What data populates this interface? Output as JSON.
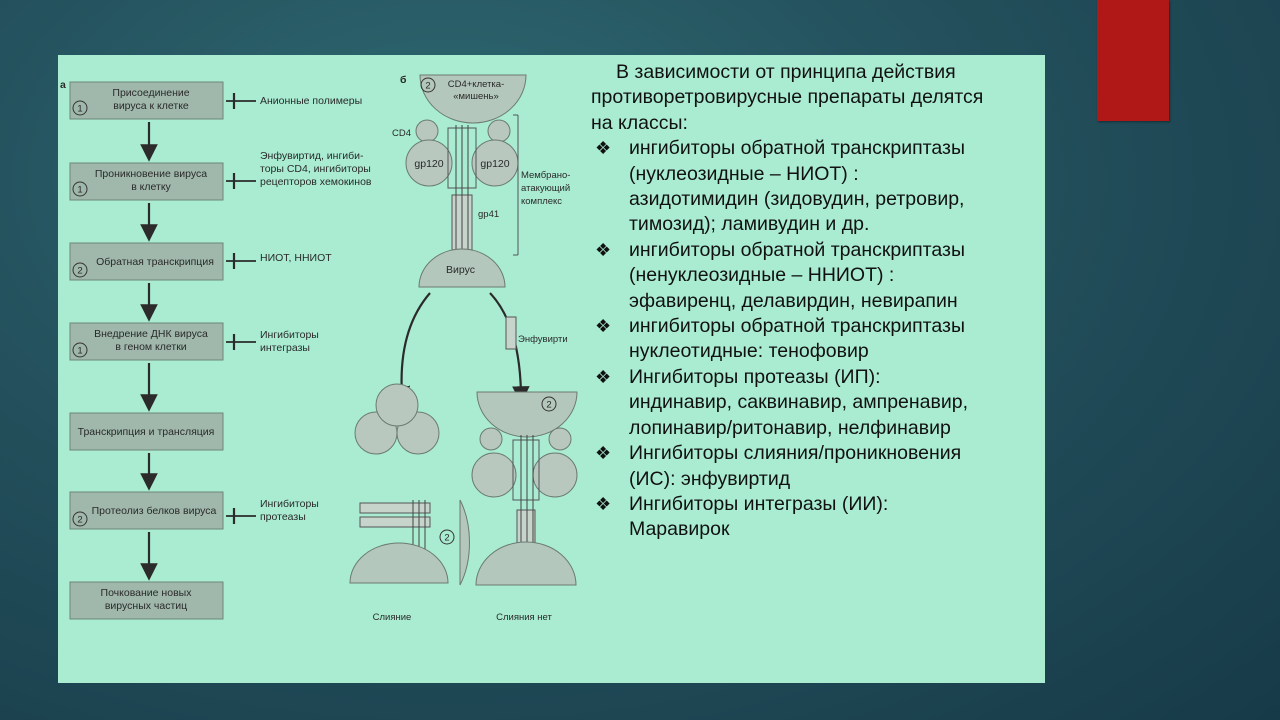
{
  "accent_color": "#b01818",
  "diagram": {
    "panel_a_label": "а",
    "panel_b_label": "б",
    "steps": [
      {
        "num": "1",
        "lines": [
          "Присоединение",
          "вируса к клетке"
        ],
        "drug_lines": [
          "Анионные полимеры"
        ]
      },
      {
        "num": "1",
        "lines": [
          "Проникновение вируса",
          "в клетку"
        ],
        "drug_lines": [
          "Энфувиртид, ингиби-",
          "торы CD4, ингибиторы",
          "рецепторов хемокинов"
        ]
      },
      {
        "num": "2",
        "lines": [
          "Обратная транскрипция"
        ],
        "drug_lines": [
          "НИОТ, ННИОТ"
        ]
      },
      {
        "num": "1",
        "lines": [
          "Внедрение ДНК вируса",
          "в геном клетки"
        ],
        "drug_lines": [
          "Ингибиторы",
          "интегразы"
        ]
      },
      {
        "num": "",
        "lines": [
          "Транскрипция и трансляция"
        ],
        "drug_lines": []
      },
      {
        "num": "2",
        "lines": [
          "Протеолиз белков вируса"
        ],
        "drug_lines": [
          "Ингибиторы",
          "протеазы"
        ]
      },
      {
        "num": "",
        "lines": [
          "Почкование новых",
          "вирусных частиц"
        ],
        "drug_lines": []
      }
    ],
    "labels": {
      "target_cell": [
        "CD4+клетка-",
        "«мишень»"
      ],
      "cd4": "CD4",
      "gp120_left": "gp120",
      "gp120_right": "gp120",
      "gp41": "gp41",
      "virus": "Вирус",
      "membrane_complex": [
        "Мембрано-",
        "атакующий",
        "комплекс"
      ],
      "enfuvirtide": "Энфувирти",
      "fusion": "Слияние",
      "no_fusion": "Слияния нет",
      "num2": "2"
    }
  },
  "text": {
    "intro": [
      "В зависимости от принципа действия",
      "противоретровирусные препараты делятся",
      "на классы:"
    ],
    "bullet_symbol": "❖",
    "bullets": [
      [
        "ингибиторы обратной транскриптазы",
        "(нуклеозидные – НИОТ) :",
        "азидотимидин (зидовудин, ретровир,",
        "тимозид); ламивудин и др."
      ],
      [
        "ингибиторы обратной транскриптазы",
        "(ненуклеозидные – ННИОТ) :",
        "эфавиренц, делавирдин, невирапин"
      ],
      [
        "ингибиторы обратной транскриптазы",
        "нуклеотидные: тенофовир"
      ],
      [
        "Ингибиторы протеазы (ИП):",
        "индинавир, саквинавир, ампренавир,",
        "лопинавир/ритонавир, нелфинавир"
      ],
      [
        "Ингибиторы слияния/проникновения",
        "(ИС): энфувиртид"
      ],
      [
        "Ингибиторы интегразы (ИИ):",
        "Маравирок"
      ]
    ]
  }
}
